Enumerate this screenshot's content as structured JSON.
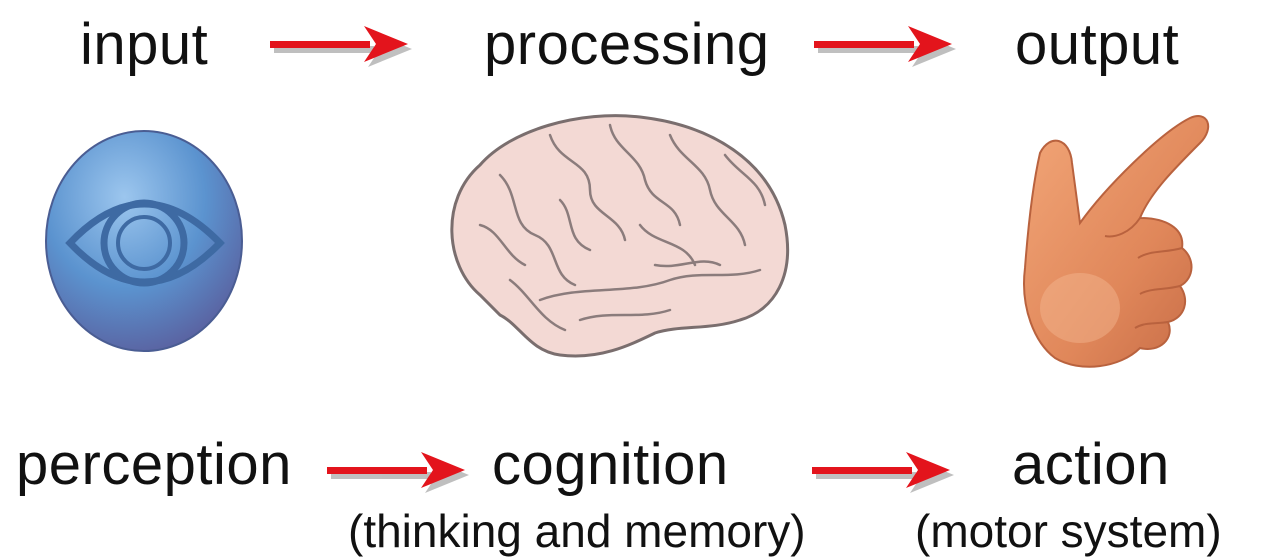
{
  "top_row": {
    "input": "input",
    "processing": "processing",
    "output": "output"
  },
  "bottom_row": {
    "perception": "perception",
    "cognition": "cognition",
    "cognition_note": "(thinking and memory)",
    "action": "action",
    "action_note": "(motor system)"
  },
  "icons": {
    "input": "eye-icon",
    "processing": "brain-icon",
    "output": "pointing-hand-icon",
    "connector": "arrow-right-icon"
  },
  "colors": {
    "arrow": "#e3141c",
    "arrow_shadow": "#8c8c8c",
    "eye_disc": "#5b93cf",
    "brain": "#f3d9d4",
    "hand": "#e0875a"
  }
}
